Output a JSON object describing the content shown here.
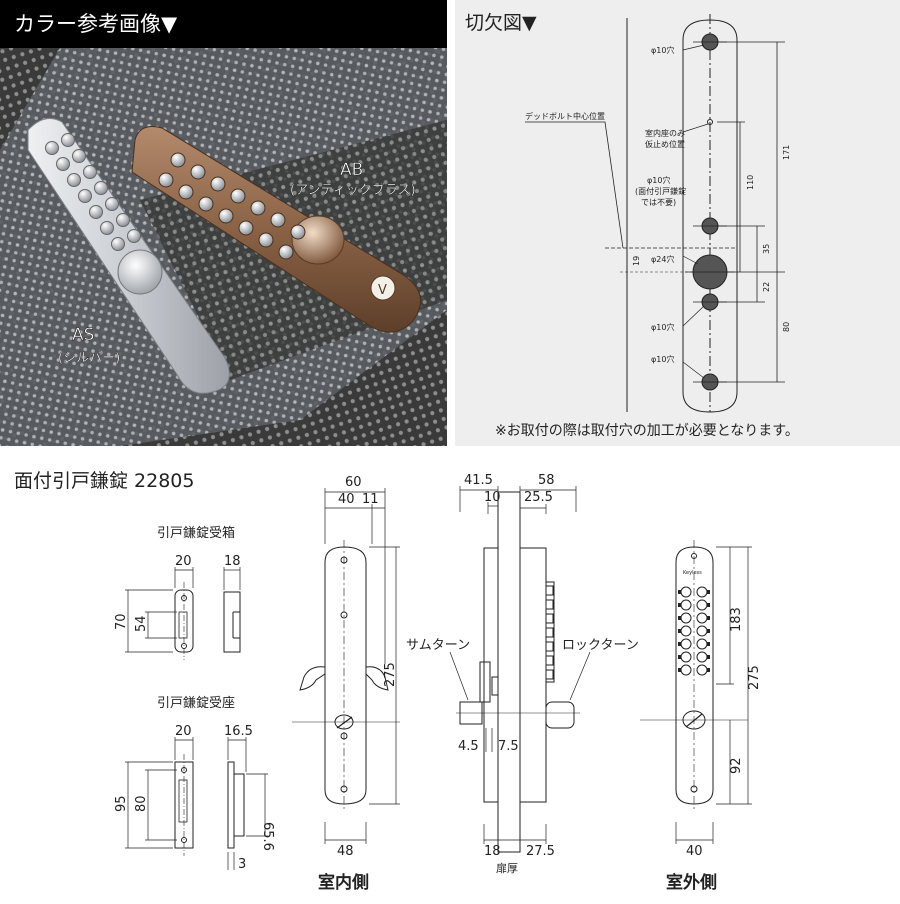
{
  "photo": {
    "header": "カラー参考画像▼",
    "ab_code": "AB",
    "ab_name": "(アンティックブラス)",
    "as_code": "AS",
    "as_name": "(シルバー)"
  },
  "cutout": {
    "header": "切欠図▼",
    "deadbolt_label": "デッドボルト中心位置",
    "hole_top": "φ10穴",
    "temp_stop_line1": "室内座のみ",
    "temp_stop_line2": "仮止め位置",
    "hole_mid_line1": "φ10穴",
    "hole_mid_line2": "(面付引戸鎌錠",
    "hole_mid_line3": "では不要)",
    "hole_big": "φ24穴",
    "hole_low": "φ10穴",
    "hole_bottom": "φ10穴",
    "dim_171": "171",
    "dim_110": "110",
    "dim_35": "35",
    "dim_22": "22",
    "dim_80": "80",
    "dim_19": "19",
    "note": "※お取付の際は取付穴の加工が必要となります。"
  },
  "drawing": {
    "title": "面付引戸鎌錠 22805",
    "box_title": "引戸鎌錠受箱",
    "seat_title": "引戸鎌錠受座",
    "box_w": "20",
    "box_d": "18",
    "box_h_outer": "70",
    "box_h_inner": "54",
    "seat_w": "20",
    "seat_d": "16.5",
    "seat_h_outer": "95",
    "seat_h_inner": "80",
    "seat_h_side": "65.6",
    "seat_t": "3",
    "in_w_total": "60",
    "in_w_a": "40",
    "in_w_b": "11",
    "in_h": "275",
    "in_w_bottom": "48",
    "in_caption": "室内側",
    "side_a": "41.5",
    "side_b": "10",
    "side_c": "58",
    "side_d": "25.5",
    "thumb_turn": "サムターン",
    "lock_turn": "ロックターン",
    "side_e": "4.5",
    "side_f": "7.5",
    "side_bottom_a": "18",
    "side_bottom_b": "27.5",
    "door_thickness": "扉厚",
    "out_h_total": "275",
    "out_h_a": "183",
    "out_h_b": "92",
    "out_w_bottom": "40",
    "out_caption": "室外側",
    "brand": "Keyless"
  },
  "colors": {
    "brass": "#8a6246",
    "silver": "#c9cdd2",
    "photo_bg": "#2c2c2c",
    "cut_bg": "#eeeeee",
    "line": "#222222"
  }
}
